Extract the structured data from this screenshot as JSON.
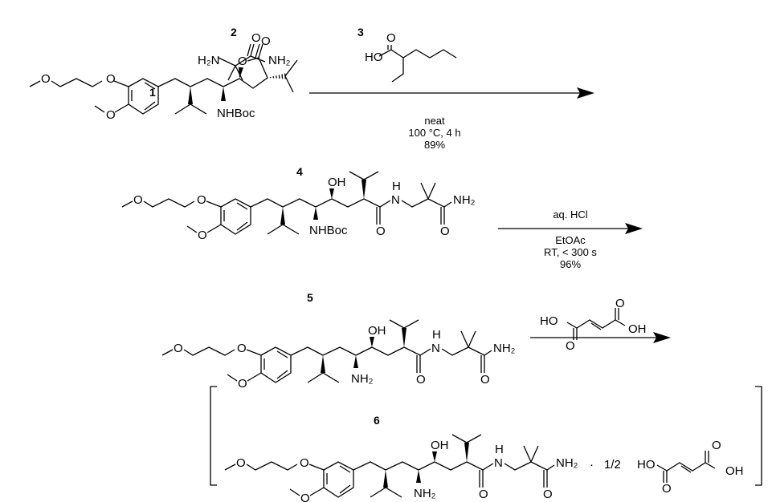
{
  "compounds": {
    "c1": {
      "number": "1",
      "ether_o1": "O",
      "ether_o2": "O",
      "ome_o": "O",
      "nhboc": "NHBoc",
      "ring_o": "O",
      "carbonyl_o": "O"
    },
    "c2": {
      "number": "2",
      "amine": "H₂N",
      "carbonyl_o": "O",
      "amide": "NH₂"
    },
    "c3": {
      "number": "3",
      "hydroxyl": "HO",
      "carbonyl_o": "O"
    },
    "c4": {
      "number": "4",
      "ether_o1": "O",
      "ether_o2": "O",
      "ome_o": "O",
      "nhboc": "NHBoc",
      "oh": "OH",
      "nh_h": "H",
      "nh_n": "N",
      "amide_o1": "O",
      "amide_o2": "O",
      "nh2": "NH₂"
    },
    "c5": {
      "number": "5",
      "ether_o1": "O",
      "ether_o2": "O",
      "ome_o": "O",
      "amine": "NH₂",
      "oh": "OH",
      "nh_h": "H",
      "nh_n": "N",
      "amide_o1": "O",
      "amide_o2": "O",
      "nh2": "NH₂"
    },
    "c6": {
      "number": "6",
      "ether_o1": "O",
      "ether_o2": "O",
      "ome_o": "O",
      "amine": "NH₂",
      "oh": "OH",
      "nh_h": "H",
      "nh_n": "N",
      "amide_o1": "O",
      "amide_o2": "O",
      "nh2": "NH₂",
      "dot": "·",
      "ratio": "1/2"
    }
  },
  "fumaric_acid": {
    "ho": "HO",
    "oh": "OH",
    "o1": "O",
    "o2": "O"
  },
  "steps": [
    {
      "conditions": [
        "neat",
        "100 °C, 4 h",
        "89%"
      ]
    },
    {
      "above": "aq. HCl",
      "conditions": [
        "EtOAc",
        "RT, < 300 s",
        "96%"
      ]
    },
    {
      "conditions": []
    }
  ]
}
